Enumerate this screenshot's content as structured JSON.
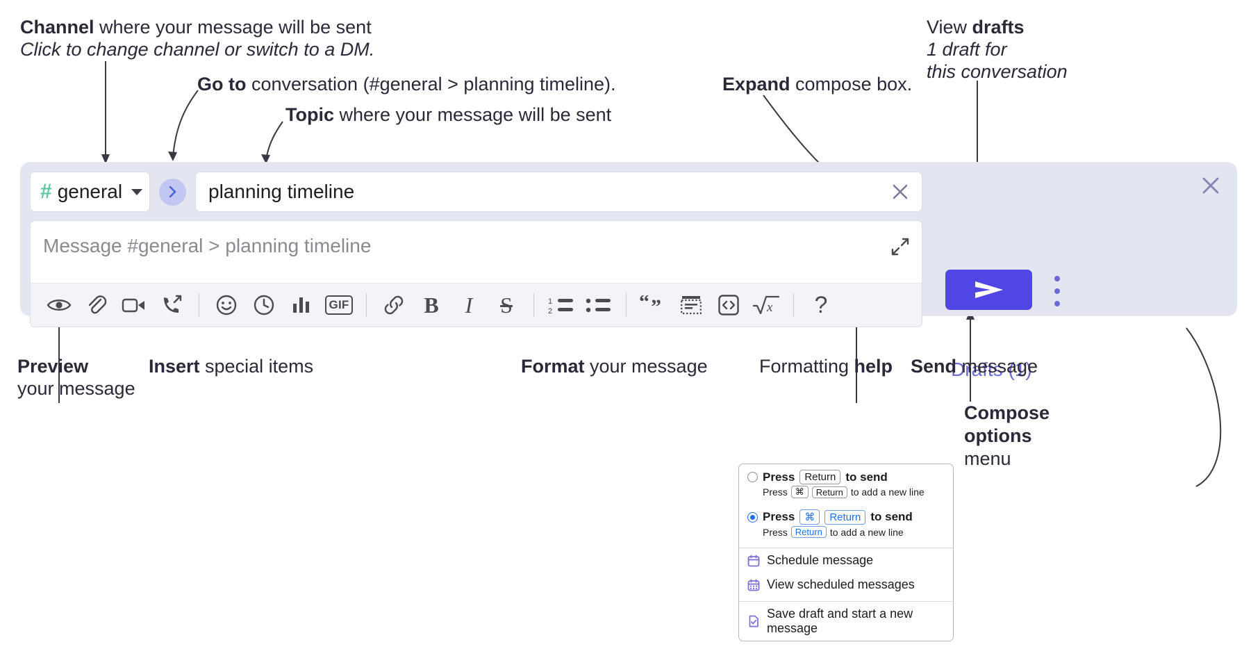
{
  "annotations": {
    "channel": {
      "bold": "Channel",
      "rest": " where your message will be sent",
      "sub": "Click to change channel or switch to a DM."
    },
    "goto": {
      "bold": "Go to",
      "rest": " conversation (#general > planning timeline)."
    },
    "topic": {
      "bold": "Topic",
      "rest": " where your message will be sent"
    },
    "expand": {
      "bold": "Expand",
      "rest": " compose box."
    },
    "drafts": {
      "pre": "View ",
      "bold": "drafts",
      "sub1": "1 draft for",
      "sub2": "this conversation"
    },
    "preview": {
      "bold": "Preview",
      "sub": "your message"
    },
    "insert": {
      "bold": "Insert",
      "rest": " special items"
    },
    "format": {
      "bold": "Format",
      "rest": " your message"
    },
    "formatting_help": {
      "pre": "Formatting ",
      "bold": "help"
    },
    "send": {
      "bold": "Send",
      "rest": " message"
    },
    "compose_options": {
      "bold1": "Compose",
      "bold2": "options",
      "rest": "menu"
    }
  },
  "compose": {
    "channel_name": "general",
    "hash_icon": "hash-icon",
    "channel_chevron_icon": "chevron-down-icon",
    "goto_icon": "chevron-right-icon",
    "topic_value": "planning timeline",
    "topic_clear_icon": "close-icon",
    "message_placeholder": "Message #general > planning timeline",
    "expand_icon": "expand-icon",
    "rail_close_icon": "close-icon",
    "drafts_label": "Drafts (1)",
    "send_icon": "send-paper-plane-icon",
    "options_icon": "kebab-menu-icon",
    "accent_color": "#4f46e5",
    "panel_color": "#e3e5f1",
    "hash_color": "#5fc79a",
    "drafts_text_color": "#6b6bd6"
  },
  "toolbar": {
    "groups": [
      {
        "name": "preview",
        "items": [
          {
            "name": "preview-eye-icon",
            "glyph": "eye"
          }
        ]
      },
      {
        "name": "insert",
        "items": [
          {
            "name": "attachment-icon",
            "glyph": "paperclip"
          },
          {
            "name": "video-clip-icon",
            "glyph": "video"
          },
          {
            "name": "audio-clip-icon",
            "glyph": "phone-forward"
          }
        ]
      },
      {
        "name": "insert-2",
        "items": [
          {
            "name": "emoji-icon",
            "glyph": "smiley"
          },
          {
            "name": "reminder-clock-icon",
            "glyph": "clock"
          },
          {
            "name": "poll-icon",
            "glyph": "bar-chart"
          },
          {
            "name": "gif-icon",
            "glyph": "GIF"
          }
        ]
      },
      {
        "name": "format-inline",
        "items": [
          {
            "name": "link-icon",
            "glyph": "link"
          },
          {
            "name": "bold-icon",
            "glyph": "B"
          },
          {
            "name": "italic-icon",
            "glyph": "I"
          },
          {
            "name": "strikethrough-icon",
            "glyph": "S"
          }
        ]
      },
      {
        "name": "format-lists",
        "items": [
          {
            "name": "ordered-list-icon",
            "glyph": "ol"
          },
          {
            "name": "bulleted-list-icon",
            "glyph": "ul"
          }
        ]
      },
      {
        "name": "format-blocks",
        "items": [
          {
            "name": "blockquote-icon",
            "glyph": "quote"
          },
          {
            "name": "code-block-icon",
            "glyph": "codeblock"
          },
          {
            "name": "inline-code-icon",
            "glyph": "code"
          },
          {
            "name": "math-icon",
            "glyph": "sqrt-x"
          }
        ]
      },
      {
        "name": "help",
        "items": [
          {
            "name": "formatting-help-icon",
            "glyph": "?"
          }
        ]
      }
    ]
  },
  "options_menu": {
    "option_1": {
      "selected": false,
      "press": "Press",
      "key": "Return",
      "to_send": "to send",
      "sub_press": "Press",
      "sub_key_1": "⌘",
      "sub_key_2": "Return",
      "sub_tail": "to add a new line"
    },
    "option_2": {
      "selected": true,
      "press": "Press",
      "key_1": "⌘",
      "key_2": "Return",
      "to_send": "to send",
      "sub_press": "Press",
      "sub_key": "Return",
      "sub_tail": "to add a new line"
    },
    "items": [
      {
        "label": "Schedule message",
        "icon": "calendar-icon"
      },
      {
        "label": "View scheduled messages",
        "icon": "calendar-grid-icon"
      },
      {
        "label": "Save draft and start a new message",
        "icon": "document-check-icon"
      }
    ]
  }
}
